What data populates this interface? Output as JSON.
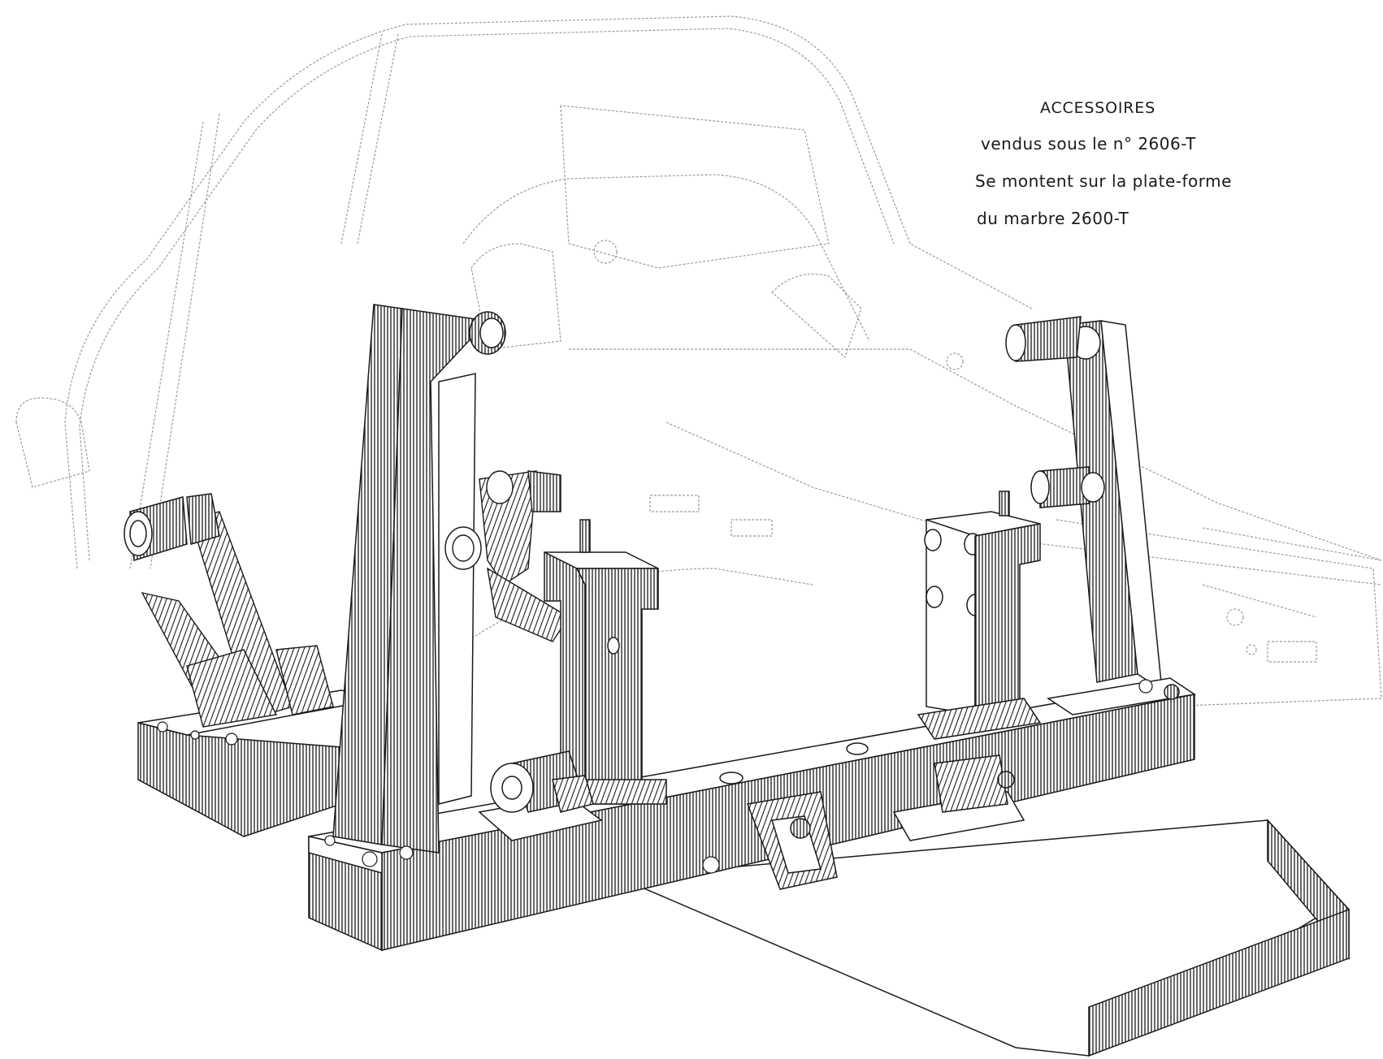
{
  "caption": {
    "heading": "ACCESSOIRES",
    "line1": "vendus sous le n° 2606-T",
    "line2": "Se montent sur la plate-forme",
    "line3": "du marbre 2600-T"
  },
  "colors": {
    "ink": "#1a1a1a",
    "ghost_outline": "#9a9a9a",
    "paper": "#ffffff"
  }
}
